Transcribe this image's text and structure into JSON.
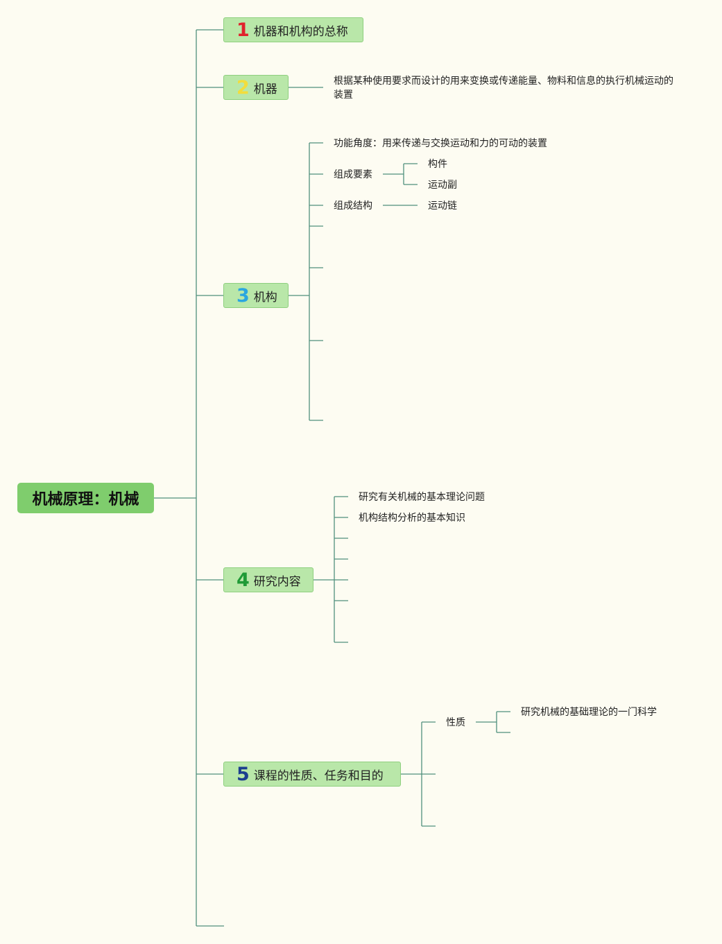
{
  "root": {
    "label": "机械原理：机械"
  },
  "branches": [
    {
      "number": "1",
      "number_color": "#e0222c",
      "label": "机器和机构的总称"
    },
    {
      "number": "2",
      "number_color": "#f2dd3c",
      "label": "机器",
      "definition": "根据某种使用要求而设计的用来变换或传递能量、物料和信息的执行机械运动的装置"
    },
    {
      "number": "3",
      "number_color": "#2aa6e0",
      "label": "机构",
      "function": "功能角度：用来传递与交换运动和力的可动的装置",
      "composition": {
        "label": "组成要素",
        "items": [
          "构件",
          "运动副"
        ]
      },
      "structure": {
        "label": "组成结构",
        "item": "运动链"
      }
    },
    {
      "number": "4",
      "number_color": "#1f9a36",
      "label": "研究内容",
      "items": [
        "研究有关机械的基本理论问题",
        "机构结构分析的基本知识"
      ]
    },
    {
      "number": "5",
      "number_color": "#1d3f8f",
      "label": "课程的性质、任务和目的",
      "nature": {
        "label": "性质",
        "item": "研究机械的基础理论的一门科学"
      }
    }
  ],
  "colors": {
    "background": "#fdfcf2",
    "line": "#4f8f7c",
    "node_fill": "#b9e7a9",
    "root_fill": "#7fcd6d"
  }
}
